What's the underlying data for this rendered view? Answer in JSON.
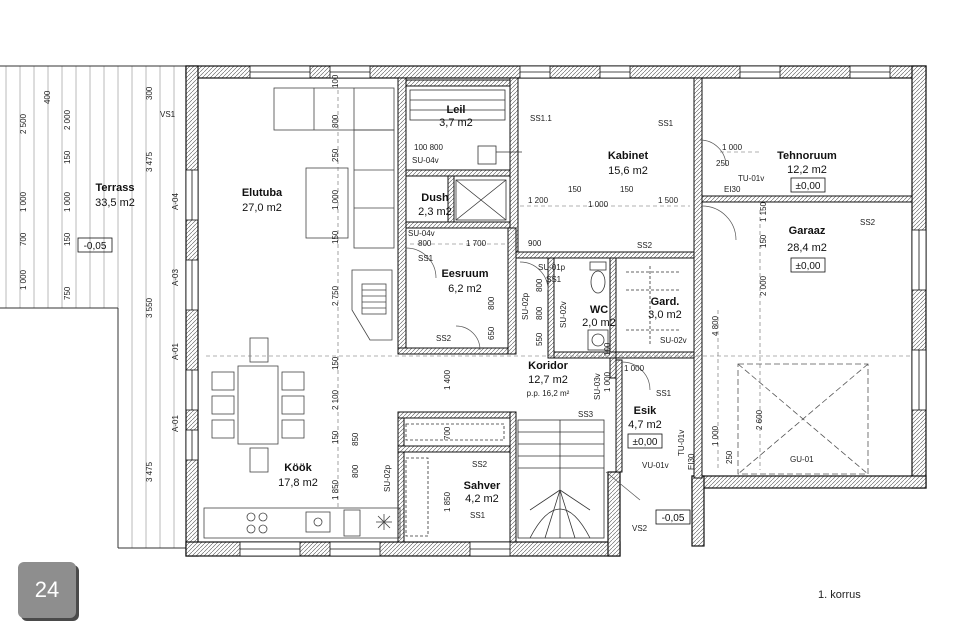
{
  "page_number": "24",
  "floor_label": "1. korrus",
  "rooms": {
    "terrass": {
      "name": "Terrass",
      "area": "33,5 m2"
    },
    "elutuba": {
      "name": "Elutuba",
      "area": "27,0 m2"
    },
    "kook": {
      "name": "Köök",
      "area": "17,8 m2"
    },
    "leil": {
      "name": "Leil",
      "area": "3,7 m2"
    },
    "dush": {
      "name": "Dush",
      "area": "2,3 m2"
    },
    "eesruum": {
      "name": "Eesruum",
      "area": "6,2 m2"
    },
    "kabinet": {
      "name": "Kabinet",
      "area": "15,6 m2"
    },
    "tehnoruum": {
      "name": "Tehnoruum",
      "area": "12,2 m2"
    },
    "garaaz": {
      "name": "Garaaz",
      "area": "28,4 m2"
    },
    "wc": {
      "name": "WC",
      "area": "2,0 m2"
    },
    "gard": {
      "name": "Gard.",
      "area": "3,0 m2"
    },
    "koridor": {
      "name": "Koridor",
      "area": "12,7 m2",
      "note": "p.p. 16,2 m²"
    },
    "esik": {
      "name": "Esik",
      "area": "4,7 m2"
    },
    "sahver": {
      "name": "Sahver",
      "area": "4,2 m2"
    }
  },
  "levels": {
    "terrass": "-0,05",
    "tehnoruum": "±0,00",
    "garaaz": "±0,00",
    "esik": "±0,00",
    "entrance": "-0,05"
  },
  "codes": {
    "vs1": "VS1",
    "vs2": "VS2",
    "ss1_1": "SS1.1",
    "a04": "A-04",
    "a03": "A-03",
    "a01a": "A-01",
    "a01b": "A-01",
    "su04v_a": "SU-04v",
    "su04v_b": "SU-04v",
    "ss1_a": "SS1",
    "ss1_b": "SS1",
    "ss1_c": "SS1",
    "ss1_d": "SS1",
    "ss1_e": "SS1",
    "ss2_a": "SS2",
    "ss2_b": "SS2",
    "ss2_c": "SS2",
    "ss2_d": "SS2",
    "ss3": "SS3",
    "su01p": "SU-01p",
    "su02p_a": "SU-02p",
    "su02p_b": "SU-02p",
    "su02v_a": "SU-02v",
    "su02v_b": "SU-02v",
    "su03v": "SU-03v",
    "tu01v_a": "TU-01v",
    "ei30_a": "EI30",
    "tu01v_b": "TU-01v",
    "ei30_b": "EI30",
    "vu01v": "VU-01v",
    "gu01": "GU-01"
  },
  "dims": {
    "d2500": "2 500",
    "d2000": "2 000",
    "d300": "300",
    "d400": "400",
    "d150a": "150",
    "d3475a": "3 475",
    "d1000a": "1 000",
    "d1000b": "1 000",
    "d700": "700",
    "d150b": "150",
    "d1000c": "1 000",
    "d750": "750",
    "d3550": "3 550",
    "d3475b": "3 475",
    "d100": "100",
    "d800a": "800",
    "d250": "250",
    "d1000d": "1 000",
    "d150c": "150",
    "d2750": "2 750",
    "d150d": "150",
    "d2100": "2 100",
    "d150e": "150",
    "d850": "850",
    "d800b": "800",
    "d1850a": "1 850",
    "d100_800": "100 800",
    "d800c": "800",
    "d1700": "1 700",
    "d900": "900",
    "d800d": "800",
    "d650": "650",
    "d800e": "800",
    "d550": "550",
    "d800f": "800",
    "d1400": "1 400",
    "d700b": "700",
    "d1850b": "1 850",
    "d1200": "1 200",
    "d150f": "150",
    "d1000e": "1 000",
    "d150g": "150",
    "d1500": "1 500",
    "d1000f": "1 000",
    "d250b": "250",
    "d150h": "150",
    "d1150": "1 150",
    "d2000b": "2 000",
    "d4800": "4 800",
    "d1000g": "1 000",
    "d1000h": "1 000",
    "d100b": "100",
    "d1000i": "1 000",
    "d2600": "2 600",
    "d250c": "250"
  }
}
